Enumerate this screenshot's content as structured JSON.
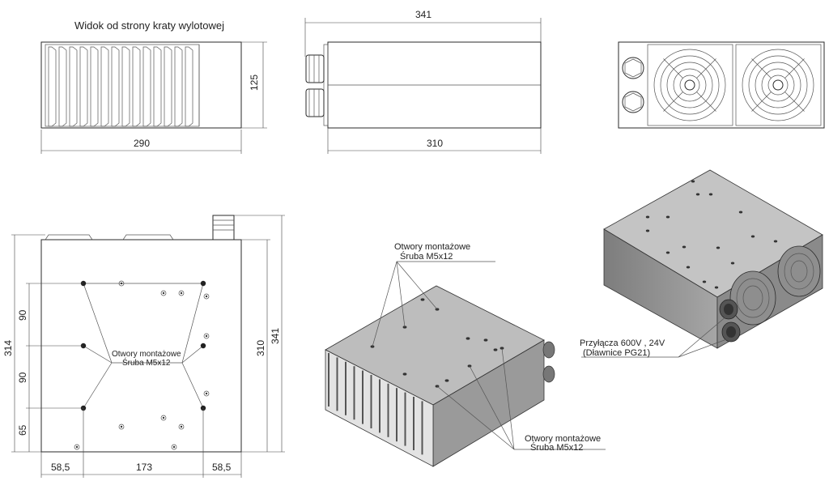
{
  "views": {
    "front": {
      "title": "Widok od strony kraty wylotowej",
      "dim_width": "290",
      "dim_height": "125"
    },
    "side": {
      "dim_total": "341",
      "dim_body": "310"
    },
    "plan": {
      "dim_left_outer": "314",
      "dim_right_inner": "310",
      "dim_right_outer": "341",
      "dim_v1": "90",
      "dim_v2": "90",
      "dim_v3": "65",
      "dim_h1": "58,5",
      "dim_h2": "173",
      "dim_h3": "58,5",
      "label_line1": "Otwory montażowe",
      "label_line2": "Śruba M5x12"
    },
    "iso_center": {
      "top_label_line1": "Otwory montażowe",
      "top_label_line2": "Śruba M5x12",
      "bottom_label_line1": "Otwory montażowe",
      "bottom_label_line2": "Śruba M5x12"
    },
    "iso_right": {
      "label_line1": "Przyłącza 600V , 24V",
      "label_line2": "(Dławnice PG21)"
    }
  }
}
